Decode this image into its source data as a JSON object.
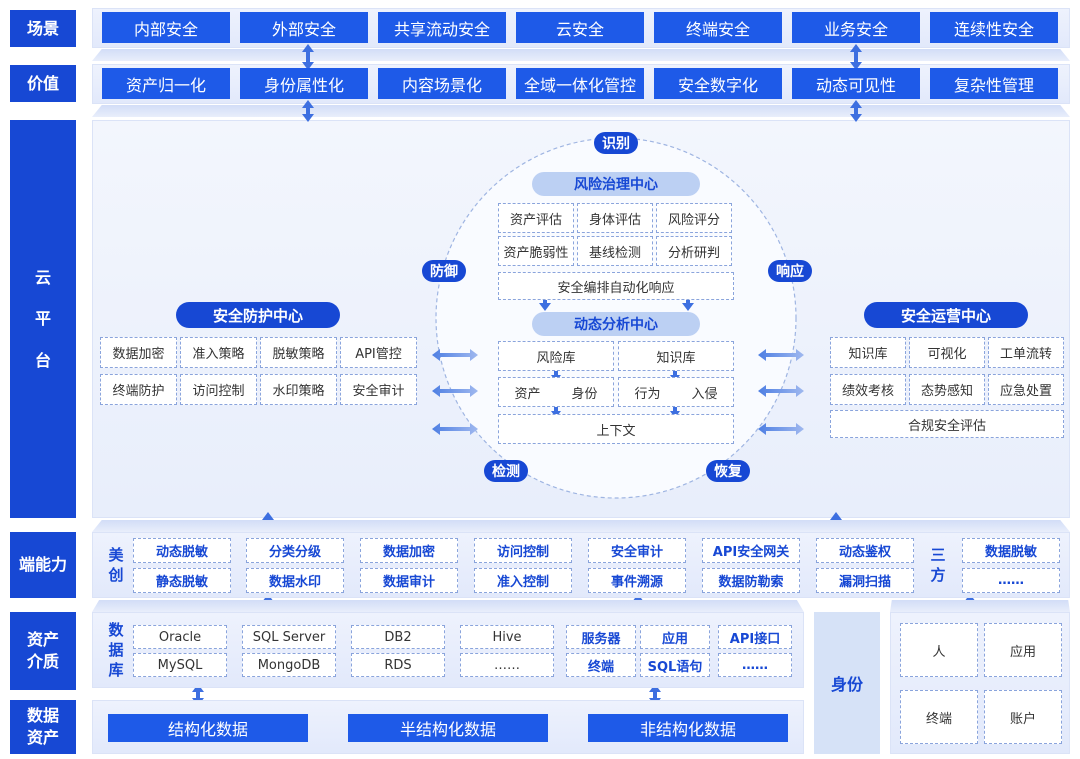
{
  "rows": {
    "scenario": "场景",
    "value": "价值",
    "cloud": "云平台",
    "endpoint": "端能力",
    "asset_medium": "资产介质",
    "data_asset": "数据资产"
  },
  "scenarios": [
    "内部安全",
    "外部安全",
    "共享流动安全",
    "云安全",
    "终端安全",
    "业务安全",
    "连续性安全"
  ],
  "values": [
    "资产归一化",
    "身份属性化",
    "内容场景化",
    "全域一体化管控",
    "安全数字化",
    "动态可见性",
    "复杂性管理"
  ],
  "cloud": {
    "ring_labels": {
      "identify": "识别",
      "defend": "防御",
      "respond": "响应",
      "detect": "检测",
      "recover": "恢复"
    },
    "risk": {
      "title": "风险治理中心",
      "items": [
        "资产评估",
        "身体评估",
        "风险评分",
        "资产脆弱性",
        "基线检测",
        "分析研判"
      ],
      "wide": "安全编排自动化响应"
    },
    "dynamic": {
      "title": "动态分析中心",
      "items": [
        "风险库",
        "知识库",
        "资产",
        "身份",
        "行为",
        "入侵"
      ],
      "wide": "上下文"
    },
    "protect": {
      "title": "安全防护中心",
      "items": [
        "数据加密",
        "准入策略",
        "脱敏策略",
        "API管控",
        "终端防护",
        "访问控制",
        "水印策略",
        "安全审计"
      ]
    },
    "ops": {
      "title": "安全运营中心",
      "items": [
        "知识库",
        "可视化",
        "工单流转",
        "绩效考核",
        "态势感知",
        "应急处置"
      ],
      "wide": "合规安全评估"
    }
  },
  "endpoint": {
    "meichuang": "美创",
    "meichuang_items": [
      "动态脱敏",
      "分类分级",
      "数据加密",
      "访问控制",
      "安全审计",
      "API安全网关",
      "动态鉴权",
      "静态脱敏",
      "数据水印",
      "数据审计",
      "准入控制",
      "事件溯源",
      "数据防勒索",
      "漏洞扫描"
    ],
    "third": "三方",
    "third_items": [
      "数据脱敏",
      "……"
    ]
  },
  "assets": {
    "db_label": "数据库",
    "dbs": [
      "Oracle",
      "SQL Server",
      "DB2",
      "Hive",
      "MySQL",
      "MongoDB",
      "RDS",
      "……"
    ],
    "others": [
      "服务器",
      "应用",
      "API接口",
      "终端",
      "SQL语句",
      "……"
    ],
    "identity": "身份",
    "identity_items": [
      "人",
      "应用",
      "终端",
      "账户"
    ]
  },
  "data_assets": [
    "结构化数据",
    "半结构化数据",
    "非结构化数据"
  ],
  "colors": {
    "primary": "#1748d4",
    "accent": "#1e5ae8",
    "panel": "#e6ecfa",
    "dash": "#8aa4dc"
  }
}
